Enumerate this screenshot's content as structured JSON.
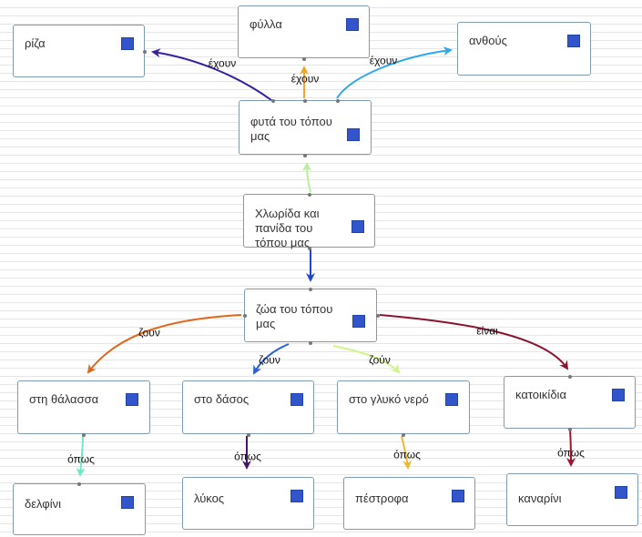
{
  "nodes": {
    "plants": "φυτά του τόπου μας",
    "leaves": "φύλλα",
    "root": "ρίζα",
    "flowers": "ανθούς",
    "center": "Χλωρίδα και πανίδα του τόπου μας",
    "animals": "ζώα του τόπου μας",
    "sea": "στη θάλασσα",
    "forest": "στο δάσος",
    "freshwater": "στο γλυκό νερό",
    "pets": "κατοικίδια",
    "dolphin": "δελφίνι",
    "wolf": "λύκος",
    "trout": "πέστροφα",
    "canary": "καναρίνι"
  },
  "edges": {
    "have_root": "έχουν",
    "have_leaves": "έχουν",
    "have_flowers": "έχουν",
    "live_sea": "ζουν",
    "live_forest": "ζουν",
    "live_freshwater": "ζούν",
    "are_pets": "είναι",
    "like_dolphin": "όπως",
    "like_wolf": "όπως",
    "like_trout": "όπως",
    "like_canary": "όπως"
  },
  "colors": {
    "node_border": "#7d9bb5",
    "node_square": "#3355cc",
    "arrow_root": "#3a1ea0",
    "arrow_leaves": "#f2a526",
    "arrow_flowers": "#2aa8ee",
    "arrow_center_plants": "#b7f09a",
    "arrow_center_animals": "#1f45c8",
    "arrow_sea": "#e0661a",
    "arrow_forest": "#2a5fd8",
    "arrow_freshwater": "#d2f58a",
    "arrow_pets": "#8a1531",
    "arrow_dolphin": "#6fe8c8",
    "arrow_wolf": "#4a1566",
    "arrow_trout": "#f2b730",
    "arrow_canary": "#a01628"
  }
}
